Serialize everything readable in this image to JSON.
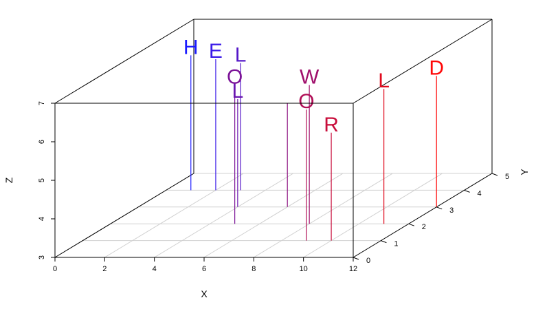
{
  "chart_data": {
    "type": "scatter3d",
    "xlabel": "X",
    "ylabel": "Y",
    "zlabel": "Z",
    "xlim": [
      0,
      12
    ],
    "ylim": [
      0,
      5
    ],
    "zlim": [
      3,
      7
    ],
    "xticks": [
      "0",
      "2",
      "4",
      "6",
      "8",
      "10",
      "12"
    ],
    "yticks": [
      "0",
      "1",
      "2",
      "3",
      "4",
      "5"
    ],
    "zticks": [
      "3",
      "4",
      "5",
      "6",
      "7"
    ],
    "color_start": "#0000ff",
    "color_end": "#ff0000",
    "points": [
      {
        "label": "H",
        "x": 1,
        "y": 4,
        "z": 6.5,
        "color": "#1c1cff"
      },
      {
        "label": "E",
        "x": 2,
        "y": 4,
        "z": 6.4,
        "color": "#3a1ae8"
      },
      {
        "label": "L",
        "x": 3,
        "y": 4,
        "z": 6.3,
        "color": "#5518c8"
      },
      {
        "label": "L",
        "x": 4,
        "y": 3,
        "z": 5.8,
        "color": "#6a16b0"
      },
      {
        "label": "O",
        "x": 5,
        "y": 2,
        "z": 6.6,
        "color": "#7c1498"
      },
      {
        "label": "",
        "x": 6,
        "y": 3,
        "z": 5.7,
        "color": "#8e1282"
      },
      {
        "label": "W",
        "x": 8,
        "y": 2,
        "z": 6.6,
        "color": "#a0106c"
      },
      {
        "label": "O",
        "x": 9,
        "y": 1,
        "z": 6.4,
        "color": "#b00e56"
      },
      {
        "label": "R",
        "x": 10,
        "y": 1,
        "z": 5.8,
        "color": "#c80c3a"
      },
      {
        "label": "L",
        "x": 11,
        "y": 2,
        "z": 6.5,
        "color": "#e00a1e"
      },
      {
        "label": "D",
        "x": 12,
        "y": 3,
        "z": 6.4,
        "color": "#ff0808"
      }
    ]
  }
}
